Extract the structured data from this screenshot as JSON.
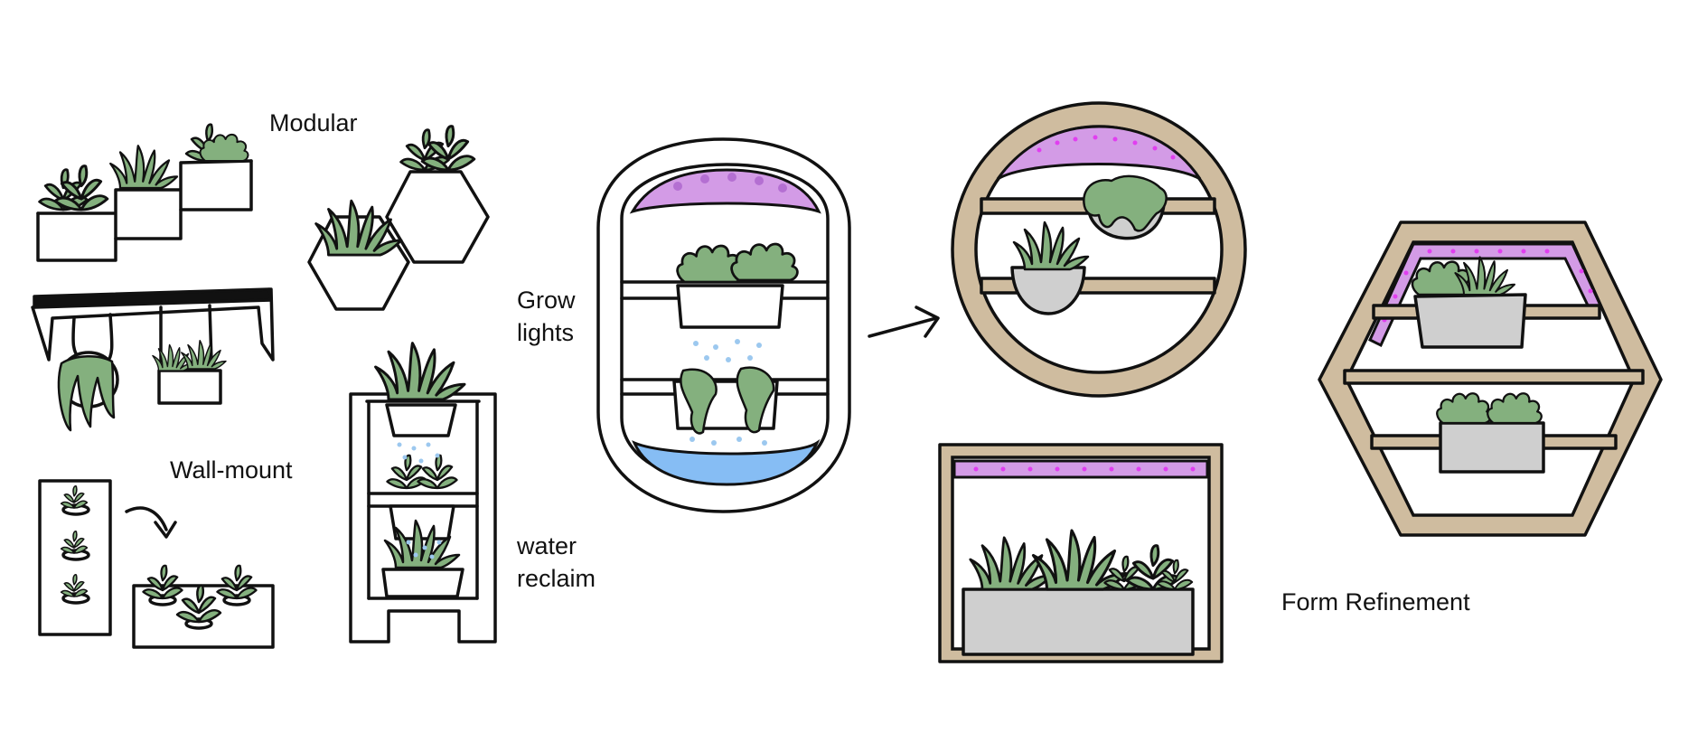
{
  "labels": {
    "modular": "Modular",
    "wall_mount": "Wall-mount",
    "grow_lights_1": "Grow",
    "grow_lights_2": "lights",
    "water_reclaim_1": "water",
    "water_reclaim_2": "reclaim",
    "form_refinement": "Form Refinement"
  },
  "colors": {
    "leaf": "#84b07e",
    "wood": "#cfbc9f",
    "pot": "#cfcfcf",
    "grow_light": "#d39be6",
    "led_dot": "#e13ef0",
    "water": "#86bdf4"
  }
}
